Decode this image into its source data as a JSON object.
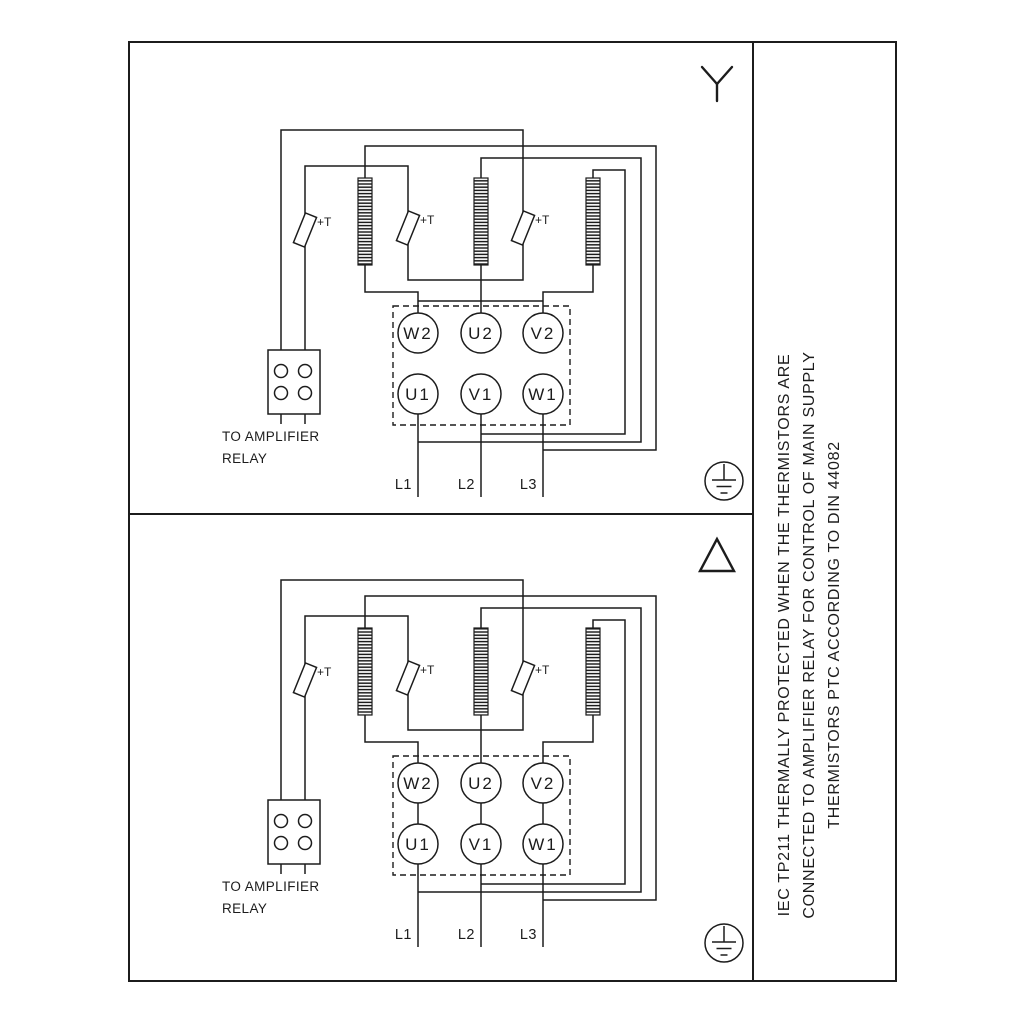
{
  "colors": {
    "line": "#1c1c1c",
    "background": "#ffffff"
  },
  "note": {
    "line1": "IEC TP211 THERMALLY PROTECTED WHEN THE THERMISTORS ARE",
    "line2": "CONNECTED TO AMPLIFIER RELAY FOR CONTROL OF MAIN SUPPLY",
    "line3": "THERMISTORS PTC ACCORDING TO DIN 44082"
  },
  "panels": {
    "star": {
      "icon": "star-connection-icon",
      "thermistors": [
        "+T",
        "+T",
        "+T"
      ],
      "terminals_top": [
        "W2",
        "U2",
        "V2"
      ],
      "terminals_bottom": [
        "U1",
        "V1",
        "W1"
      ],
      "relay_caption_line1": "TO AMPLIFIER",
      "relay_caption_line2": "RELAY",
      "mains": [
        "L1",
        "L2",
        "L3"
      ]
    },
    "delta": {
      "icon": "delta-connection-icon",
      "thermistors": [
        "+T",
        "+T",
        "+T"
      ],
      "terminals_top": [
        "W2",
        "U2",
        "V2"
      ],
      "terminals_bottom": [
        "U1",
        "V1",
        "W1"
      ],
      "relay_caption_line1": "TO AMPLIFIER",
      "relay_caption_line2": "RELAY",
      "mains": [
        "L1",
        "L2",
        "L3"
      ]
    }
  }
}
